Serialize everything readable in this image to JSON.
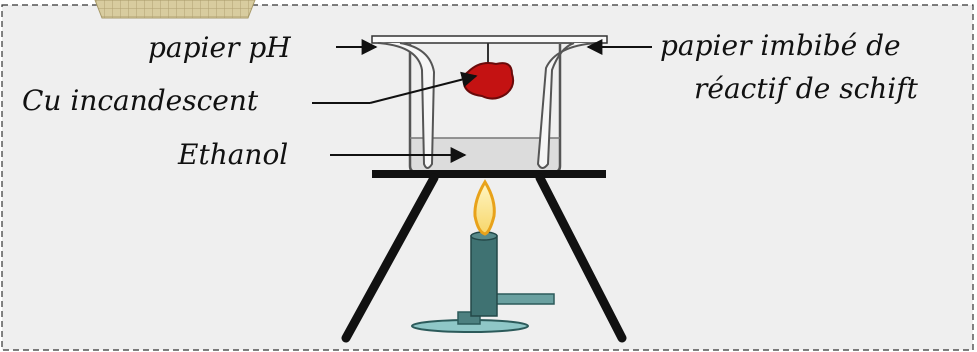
{
  "labels": {
    "ph_paper": "papier pH",
    "schiff_paper_line1": "papier imbibé de",
    "schiff_paper_line2": "réactif de schift",
    "copper": "Cu incandescent",
    "ethanol": "Ethanol"
  },
  "colors": {
    "frame_background": "#efefef",
    "frame_border": "#333333",
    "copper": "#c41212",
    "flame_outer": "#e8a21a",
    "flame_inner": "#fff0a0",
    "burner": "#3f7272",
    "burner_base": "#8fc7c7",
    "liquid": "#dcdcdc",
    "tab_tile": "#c8b98a"
  }
}
